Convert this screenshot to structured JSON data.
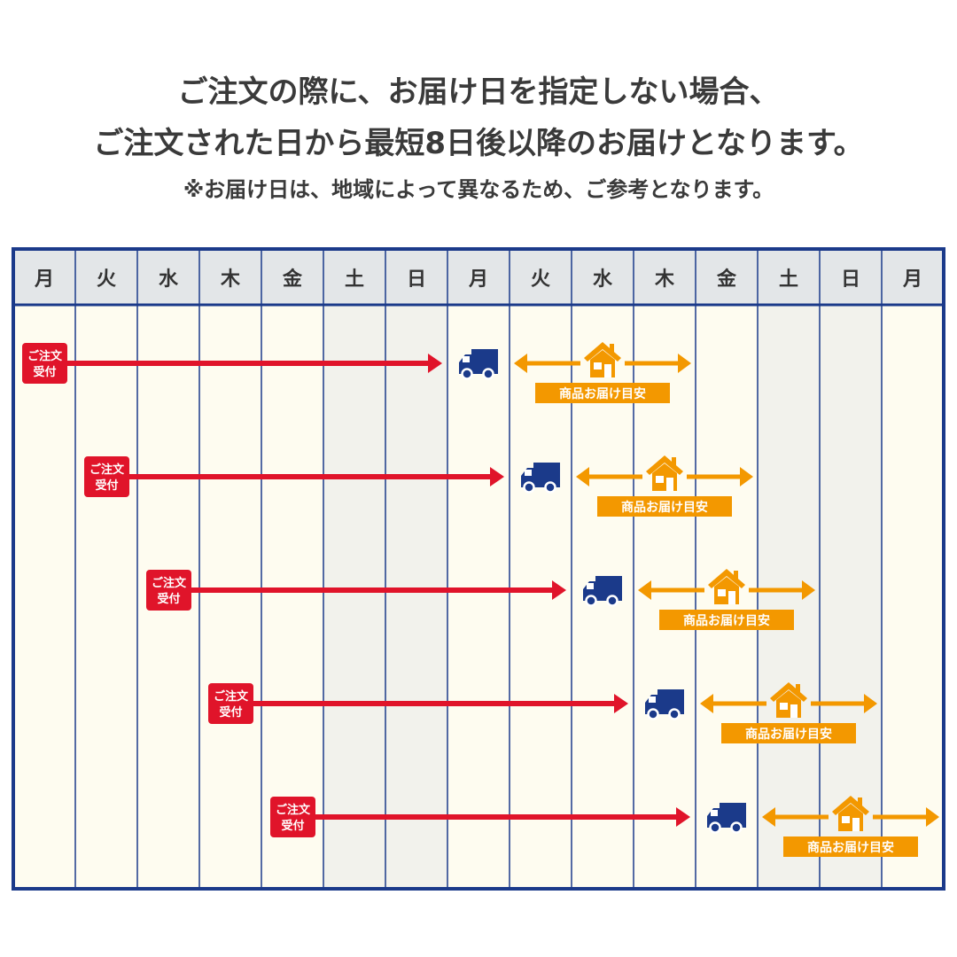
{
  "header": {
    "line1": "ご注文の際に、お届け日を指定しない場合、",
    "line2": "ご注文された日から最短8日後以降のお届けとなります。",
    "note": "※お届け日は、地域によって異なるため、ご参考となります。"
  },
  "calendar": {
    "days": [
      "月",
      "火",
      "水",
      "木",
      "金",
      "土",
      "日",
      "月",
      "火",
      "水",
      "木",
      "金",
      "土",
      "日",
      "月"
    ],
    "weekend_columns": [
      5,
      6,
      12,
      13
    ],
    "order_label_line1": "ご注文",
    "order_label_line2": "受付",
    "delivery_label": "商品お届け目安",
    "truck_icon": "truck-icon",
    "house_icon": "house-icon",
    "rows": [
      {
        "order_day_index": 0,
        "ship_day_index": 7,
        "delivery_center_index": 9
      },
      {
        "order_day_index": 1,
        "ship_day_index": 8,
        "delivery_center_index": 10
      },
      {
        "order_day_index": 2,
        "ship_day_index": 9,
        "delivery_center_index": 11
      },
      {
        "order_day_index": 3,
        "ship_day_index": 10,
        "delivery_center_index": 12
      },
      {
        "order_day_index": 4,
        "ship_day_index": 11,
        "delivery_center_index": 13
      }
    ]
  },
  "colors": {
    "frame": "#1b3a8a",
    "header_bg": "#e3e6e8",
    "weekday_bg": "#fefcf0",
    "weekend_bg": "#f2f2ec",
    "order_red": "#e0142a",
    "truck_blue": "#1b3a8a",
    "delivery_orange": "#f39800"
  }
}
